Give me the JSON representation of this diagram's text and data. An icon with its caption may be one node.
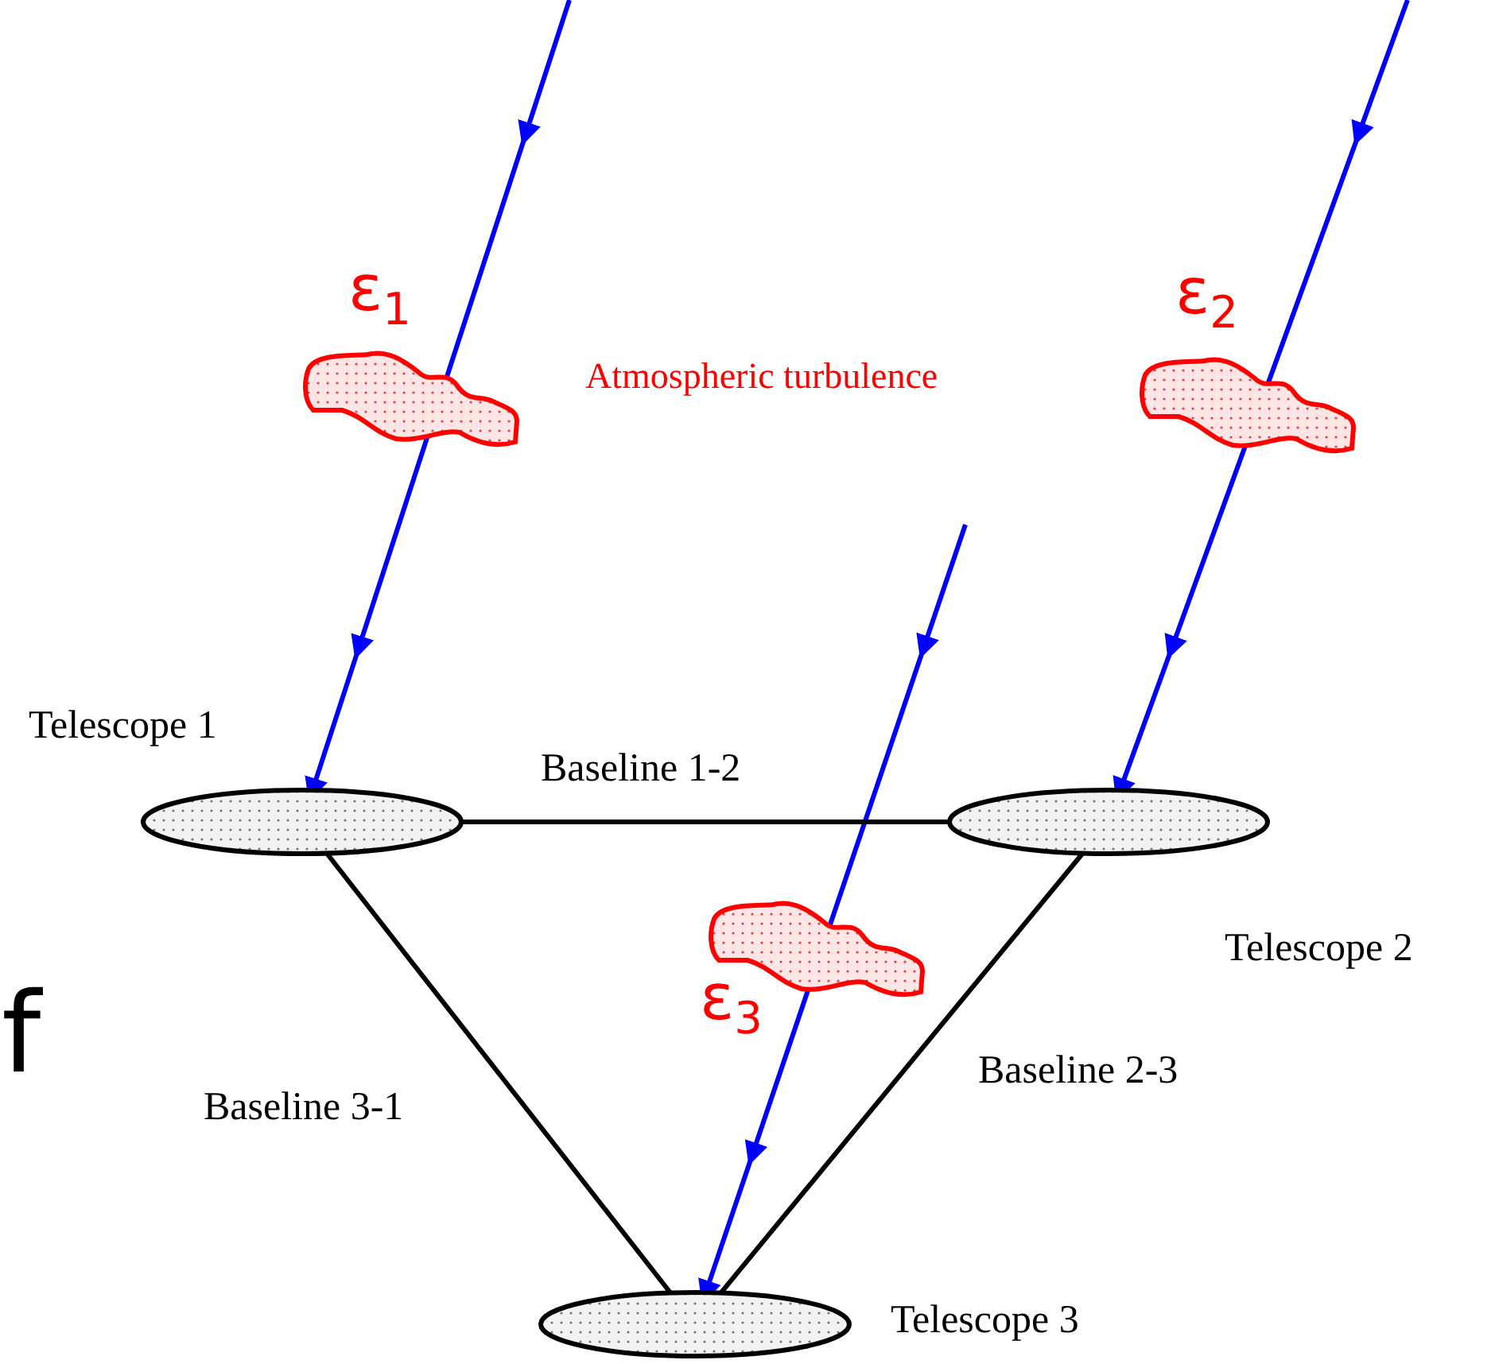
{
  "diagram": {
    "nodes": [
      {
        "text": [
          "ε$_{1}$"
        ]
      },
      {
        "text": [
          "ε$_{2}$"
        ]
      },
      {
        "text": [
          "Telescope 1"
        ]
      },
      {
        "text": [
          "Telescope 2"
        ]
      },
      {
        "text": [
          "ε$_{3}$"
        ]
      },
      {
        "text": [
          "Telescope 3"
        ]
      }
    ],
    "edges": [
      {
        "from": null,
        "to": 2,
        "arrow": "to",
        "color": "#0000ff"
      },
      {
        "from": null,
        "to": 3,
        "arrow": "to",
        "color": "#0000ff"
      },
      {
        "from": null,
        "to": 5,
        "arrow": "to",
        "color": "#0000ff"
      },
      {
        "from": 2,
        "to": 3,
        "arrow": "none",
        "label": "Baseline 1-2",
        "color": "#000000"
      },
      {
        "from": 2,
        "to": 5,
        "arrow": "none",
        "label": "Baseline 3-1",
        "color": "#000000"
      },
      {
        "from": 3,
        "to": 5,
        "arrow": "none",
        "label": "Baseline 2-3",
        "color": "#000000"
      }
    ],
    "labels": [
      "Atmospheric turbulence",
      "f"
    ]
  }
}
